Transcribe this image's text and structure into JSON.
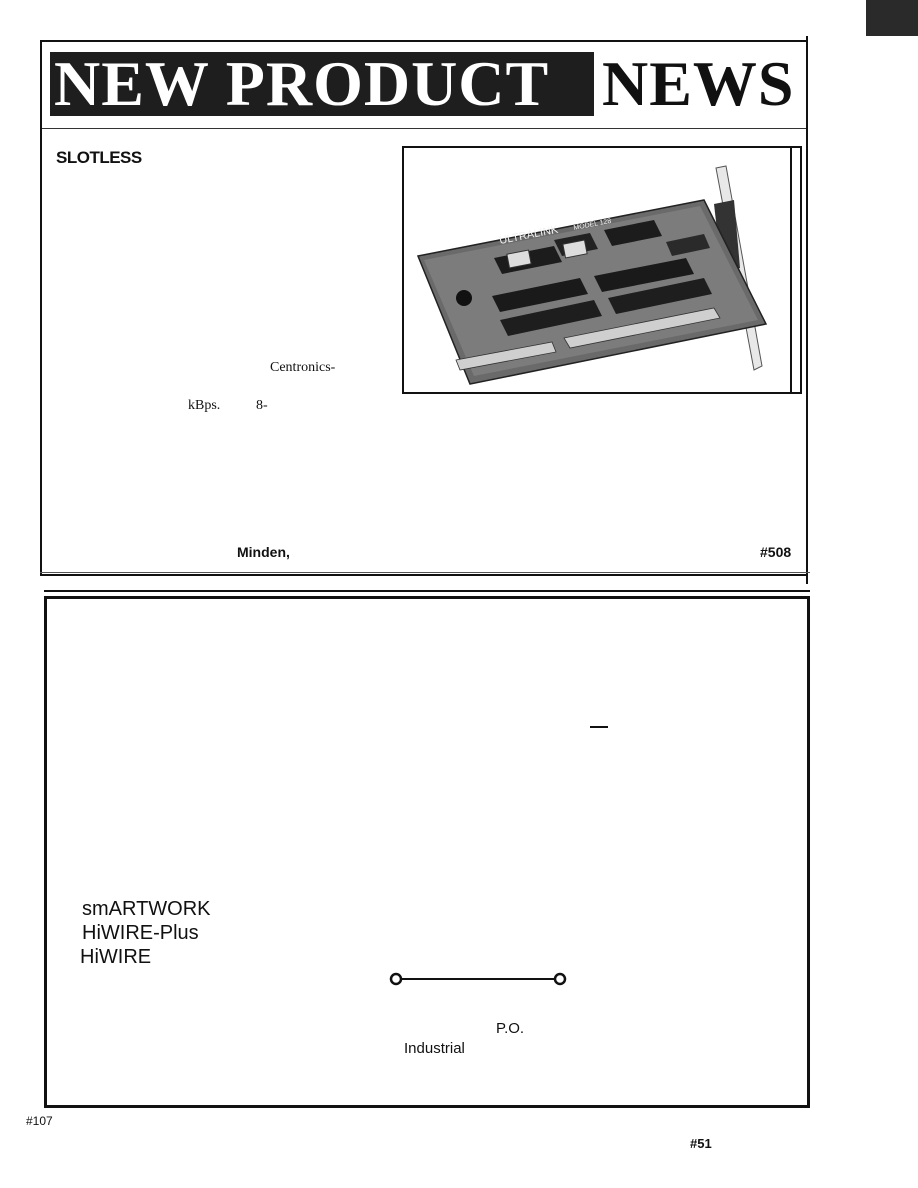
{
  "banner": {
    "dark_text": "NEW PRODUCT",
    "light_text": "NEWS"
  },
  "article_top": {
    "headline": "SLOTLESS",
    "frag_centronics": "Centronics-",
    "frag_kbps": "kBps.",
    "frag_eight": "8-",
    "frag_minden": "Minden,",
    "reader_service": "#508"
  },
  "photo": {
    "board_label": "ULTRALINK",
    "board_model": "MODEL 128"
  },
  "ad": {
    "products": [
      "smARTWORK",
      "HiWIRE-Plus",
      "HiWIRE"
    ],
    "po": "P.O.",
    "industrial": "Industrial"
  },
  "footer": {
    "left_number": "#107",
    "right_number": "#51"
  },
  "colors": {
    "ink": "#111111",
    "banner_fill": "#1e1e1e",
    "corner_tab": "#2a2a2a"
  }
}
